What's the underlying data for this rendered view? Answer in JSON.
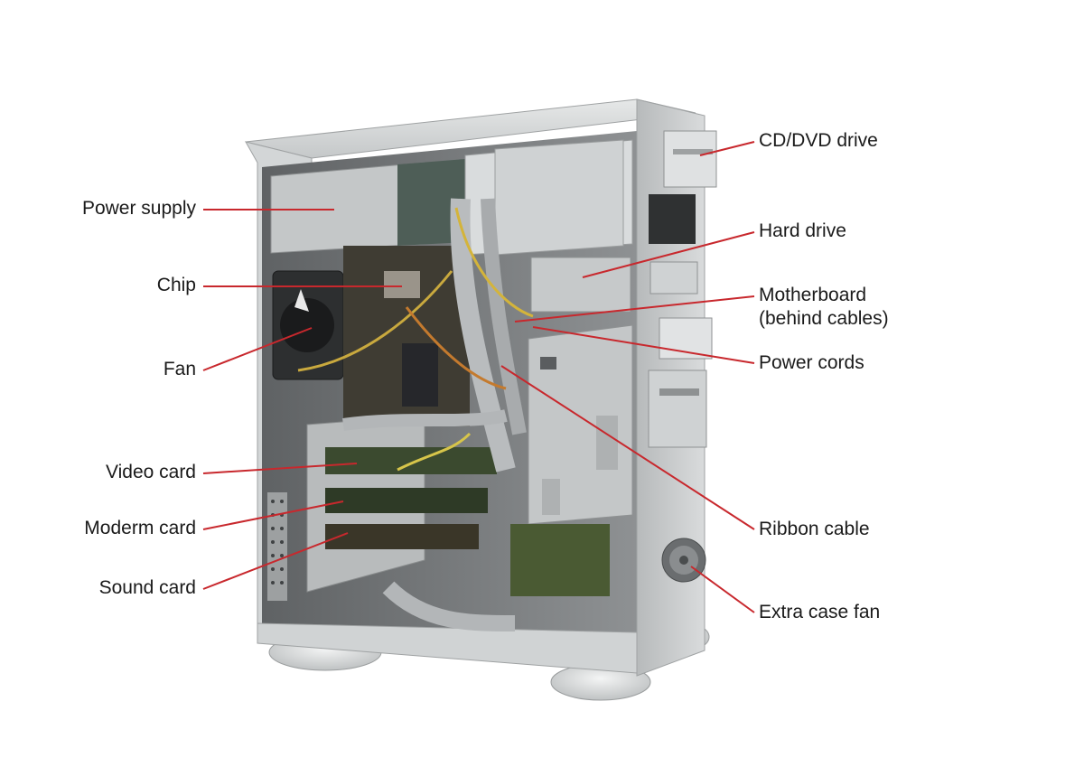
{
  "labels": {
    "power_supply": "Power supply",
    "chip": "Chip",
    "fan": "Fan",
    "video_card": "Video card",
    "modem_card": "Moderm card",
    "sound_card": "Sound card",
    "cd_dvd_drive": "CD/DVD drive",
    "hard_drive": "Hard drive",
    "motherboard_line1": "Motherboard",
    "motherboard_line2": "(behind cables)",
    "power_cords": "Power cords",
    "ribbon_cable": "Ribbon cable",
    "extra_case_fan": "Extra case fan"
  },
  "colors": {
    "leader_line": "#c8282d",
    "case_metal": "#c9cccd",
    "case_dark": "#6e7173",
    "label_text": "#1a1a1a"
  }
}
